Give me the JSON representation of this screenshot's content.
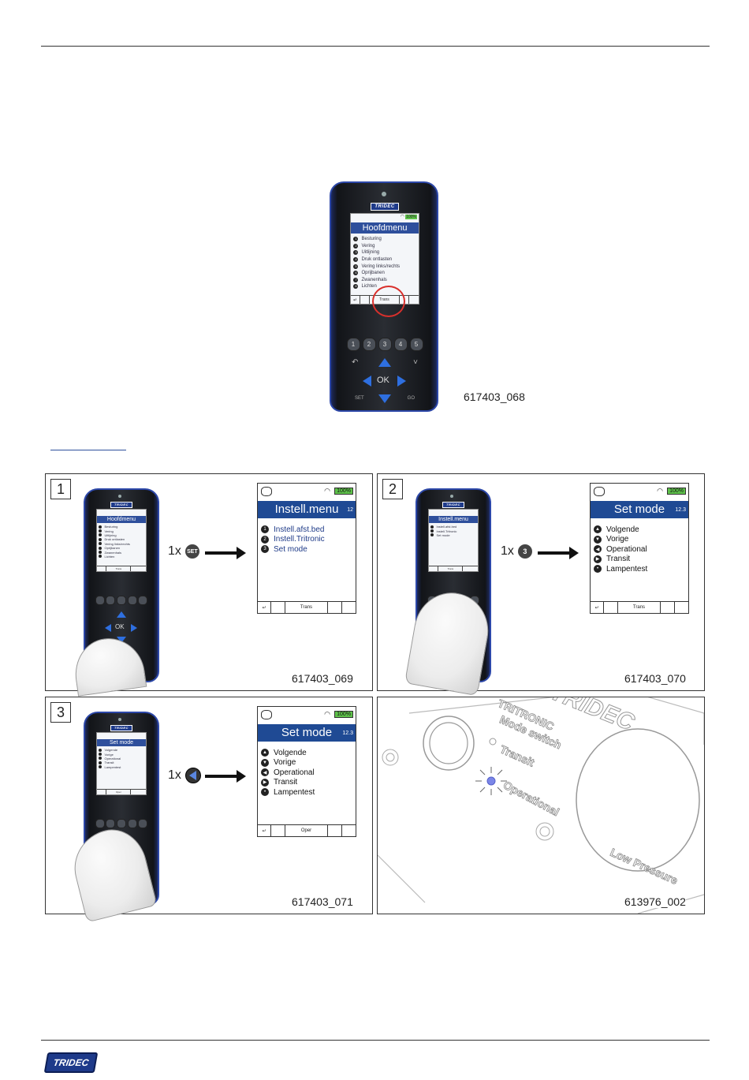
{
  "brand": "TRIDEC",
  "link_text": "",
  "top_figure": {
    "ref": "617403_068",
    "screen": {
      "battery": "100%",
      "title": "Hoofdmenu",
      "items": [
        "Besturing",
        "Vering",
        "Uitlijning",
        "Druk ontlasten",
        "Vering links/rechts",
        "Oprijbanen",
        "Zwanenhals",
        "Lichten"
      ],
      "footer": "Trans"
    },
    "keys": [
      "1",
      "2",
      "3",
      "4",
      "5"
    ],
    "ok": "OK",
    "set": "SET",
    "go": "GO"
  },
  "panels": [
    {
      "step": "1",
      "ref": "617403_069",
      "instruction_count": "1x",
      "instruction_key": "SET",
      "small_screen": {
        "title": "Hoofdmenu",
        "items": [
          "Besturing",
          "Vering",
          "Uitlijning",
          "Druk ontlasten",
          "Vering links/rechts",
          "Oprijbanen",
          "Zwanenhals",
          "Lichten"
        ],
        "footer": "Trans"
      },
      "big_screen": {
        "battery": "100%",
        "title": "Instell.menu",
        "version": "12",
        "items": [
          "Instell.afst.bed",
          "Instell.Tritronic",
          "Set mode"
        ],
        "footer": "Trans"
      }
    },
    {
      "step": "2",
      "ref": "617403_070",
      "instruction_count": "1x",
      "instruction_key": "3",
      "small_screen": {
        "title": "Instell.menu",
        "items": [
          "Instell.afst.bed",
          "Instell.Tritronic",
          "Set mode"
        ],
        "footer": "Trans"
      },
      "big_screen": {
        "battery": "100%",
        "title": "Set mode",
        "version": "12.3",
        "items": [
          "Volgende",
          "Vorige",
          "Operational",
          "Transit",
          "Lampentest"
        ],
        "footer": "Trans"
      }
    },
    {
      "step": "3",
      "ref": "617403_071",
      "instruction_count": "1x",
      "small_screen": {
        "title": "Set mode",
        "items": [
          "Volgende",
          "Vorige",
          "Operational",
          "Transit",
          "Lampentest"
        ],
        "footer": "Oper"
      },
      "big_screen": {
        "battery": "100%",
        "title": "Set mode",
        "version": "12.3",
        "items": [
          "Volgende",
          "Vorige",
          "Operational",
          "Transit",
          "Lampentest"
        ],
        "footer": "Oper"
      }
    }
  ],
  "mode_switch": {
    "ref": "613976_002",
    "logo": "TRIDEC",
    "label1": "TRITRONIC",
    "label2": "Mode switch",
    "label3": "Transit",
    "label4": "Operational",
    "label5": "Low Pressure"
  },
  "colors": {
    "accent": "#2e4f9c",
    "battery": "#5ec24a",
    "led": "#7b86e8"
  }
}
